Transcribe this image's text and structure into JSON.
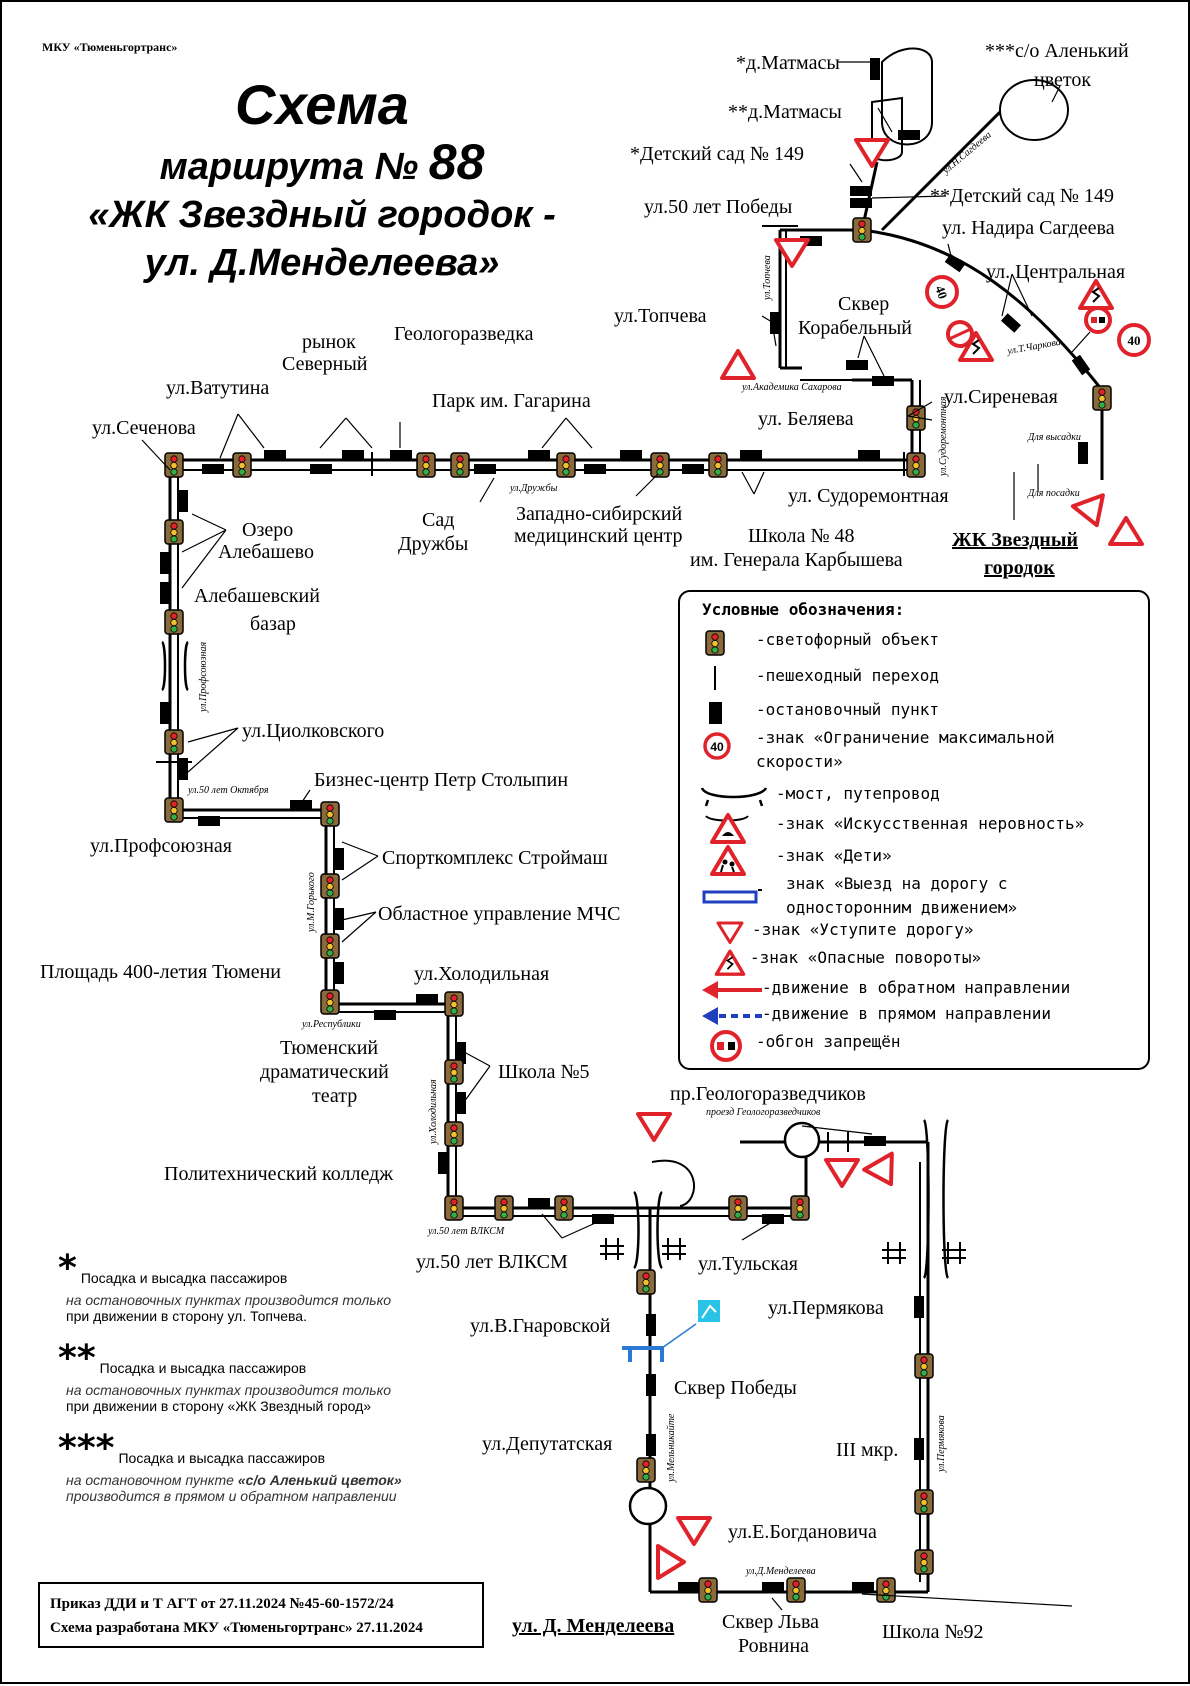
{
  "header": {
    "org": "МКУ «Тюменьгортранс»",
    "title": "Схема",
    "route_prefix": "маршрута №",
    "route_number": "88",
    "route_name_1": "«ЖК Звездный городок -",
    "route_name_2": "ул. Д.Менделеева»"
  },
  "stops": {
    "matmasy1": "*д.Матмасы",
    "matmasy2": "**д.Матмасы",
    "alenkiy1": "***с/о Аленький",
    "alenkiy2": "цветок",
    "kindergarten1": "*Детский сад № 149",
    "kindergarten2": "**Детский сад № 149",
    "pobedy50": "ул.50 лет Победы",
    "nadira": "ул. Надира Сагдеева",
    "centralnaya": "ул. Центральная",
    "topcheva": "ул.Топчева",
    "skver_korabelny_1": "Сквер",
    "skver_korabelny_2": "Корабельный",
    "sirenevaya": "ул.Сиреневая",
    "belyaeva": "ул. Беляева",
    "sudoremontnaya": "ул. Судоремонтная",
    "zhk_1": "ЖК Звездный",
    "zhk_2": "городок",
    "rynok_1": "рынок",
    "rynok_2": "Северный",
    "geologorazvedka": "Геологоразведка",
    "vatutina": "ул.Ватутина",
    "park_gagarina": "Парк им. Гагарина",
    "sechenova": "ул.Сеченова",
    "sad_1": "Сад",
    "sad_2": "Дружбы",
    "medcenter_1": "Западно-сибирский",
    "medcenter_2": "медицинский центр",
    "school48_1": "Школа № 48",
    "school48_2": "им. Генерала Карбышева",
    "ozero_1": "Озеро",
    "ozero_2": "Алебашево",
    "bazar_1": "Алебашевский",
    "bazar_2": "базар",
    "ciolkovskogo": "ул.Циолковского",
    "stolypin": "Бизнес-центр Петр Столыпин",
    "profsoyuznaya": "ул.Профсоюзная",
    "stroymash": "Спорткомплекс Строймаш",
    "mchs": "Областное управление МЧС",
    "ploshad400": "Площадь 400-летия Тюмени",
    "holodilnaya": "ул.Холодильная",
    "theatre_1": "Тюменский",
    "theatre_2": "драматический",
    "theatre_3": "театр",
    "school5": "Школа №5",
    "polytech": "Политехнический колледж",
    "vlksm50": "ул.50 лет ВЛКСМ",
    "tulskaya": "ул.Тульская",
    "geologorazvedchikov": "пр.Геологоразведчиков",
    "gnarovskoy": "ул.В.Гнаровской",
    "permyakova": "ул.Пермякова",
    "skver_pobedy": "Сквер Победы",
    "deputatskaya": "ул.Депутатская",
    "mkr3": "III мкр.",
    "bogdanovicha": "ул.Е.Богдановича",
    "mendeleeva": "ул. Д. Менделеева",
    "skver_lva_1": "Сквер Льва",
    "skver_lva_2": "Ровнина",
    "school92": "Школа №92"
  },
  "streets": {
    "n_sagdeeva": "ул.Н.Сагдеева",
    "t_charkova": "ул.Т.Чаркова",
    "topcheva": "ул.Топчева",
    "sakharova": "ул.Академика Сахарова",
    "sudoremontnaya": "ул.Судоремонтная",
    "druzhby": "ул.Дружбы",
    "profsoyuznaya": "ул.Профсоюзная",
    "oktyabrya50": "ул.50 лет Октября",
    "gorkogo": "ул.М.Горького",
    "respubliki": "ул.Республики",
    "holodilnaya": "ул.Холодильная",
    "vlksm50": "ул.50 лет ВЛКСМ",
    "proezd_geolog": "проезд Геологоразведчиков",
    "melnikaite": "ул.Мельникайте",
    "permyakova": "ул.Пермякова",
    "d_mendeleeva": "ул.Д.Менделеева",
    "vysadka": "Для высадки",
    "posadka": "Для посадки"
  },
  "speed_signs": [
    "40",
    "40"
  ],
  "legend": {
    "title": "Условные обозначения:",
    "items": [
      {
        "icon": "traffic-light-icon",
        "label": "-светофорный объект"
      },
      {
        "icon": "pedestrian-crossing-icon",
        "label": "-пешеходный переход"
      },
      {
        "icon": "bus-stop-icon",
        "label": "-остановочный пункт"
      },
      {
        "icon": "speed-limit-icon",
        "label": "-знак «Ограничение максимальной\nскорости»",
        "value": "40"
      },
      {
        "icon": "bridge-icon",
        "label": "-мост, путепровод"
      },
      {
        "icon": "speed-bump-sign-icon",
        "label": "-знак «Искусственная неровность»"
      },
      {
        "icon": "children-sign-icon",
        "label": "-знак «Дети»"
      },
      {
        "icon": "one-way-entry-sign-icon",
        "label": "знак «Выезд на дорогу с\nодносторонним движением»"
      },
      {
        "icon": "yield-sign-icon",
        "label": "-знак «Уступите дорогу»"
      },
      {
        "icon": "dangerous-turns-sign-icon",
        "label": "-знак «Опасные повороты»"
      },
      {
        "icon": "reverse-direction-arrow-icon",
        "label": "-движение в обратном направлении"
      },
      {
        "icon": "forward-direction-arrow-icon",
        "label": "-движение в прямом направлении"
      },
      {
        "icon": "no-overtaking-sign-icon",
        "label": "-обгон запрещён"
      }
    ]
  },
  "notes": [
    {
      "stars": "*",
      "head": "Посадка и высадка пассажиров",
      "italic": "на остановочных пунктах производится только",
      "bold": "при движении в сторону ул. Топчева."
    },
    {
      "stars": "**",
      "head": "Посадка и высадка пассажиров",
      "italic": "на остановочных пунктах производится только",
      "bold": "при движении в сторону «ЖК Звездный город»"
    },
    {
      "stars": "***",
      "head": "Посадка и высадка пассажиров",
      "italic_pre": "на остановочном пункте ",
      "italic_bold": "«с/о Аленький цветок»",
      "italic_post": "производится в прямом и обратном направлении"
    }
  ],
  "order": {
    "line1": "Приказ ДДИ и Т АГТ от 27.11.2024 №45-60-1572/24",
    "line2": "Схема разработана МКУ «Тюменьгортранс» 27.11.2024"
  },
  "colors": {
    "route": "#000000",
    "sign_red": "#e0232b",
    "arrow_red": "#e0232b",
    "arrow_blue": "#1f3fbf",
    "light_body": "#8a6a3a",
    "underpass_blue": "#2a7ad5",
    "underpass_cyan": "#28c3e6"
  }
}
